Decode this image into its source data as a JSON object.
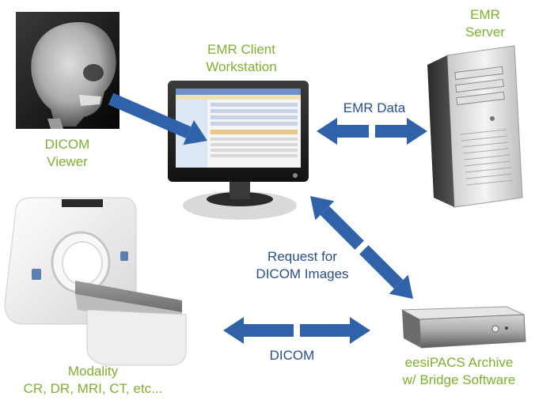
{
  "nodes": {
    "emr_client": {
      "line1": "EMR Client",
      "line2": "Workstation"
    },
    "emr_server": {
      "line1": "EMR",
      "line2": "Server"
    },
    "dicom_viewer": {
      "line1": "DICOM",
      "line2": "Viewer"
    },
    "modality": {
      "line1": "Modality",
      "line2": "CR, DR, MRI, CT, etc..."
    },
    "archive": {
      "line1": "eesiPACS Archive",
      "line2": "w/ Bridge Software"
    }
  },
  "edges": {
    "emr_data": "EMR Data",
    "request": {
      "line1": "Request for",
      "line2": "DICOM Images"
    },
    "dicom": "DICOM"
  },
  "colors": {
    "node_label": "#7db02f",
    "edge_label": "#2a4f8c",
    "arrow": "#2f62a8"
  }
}
